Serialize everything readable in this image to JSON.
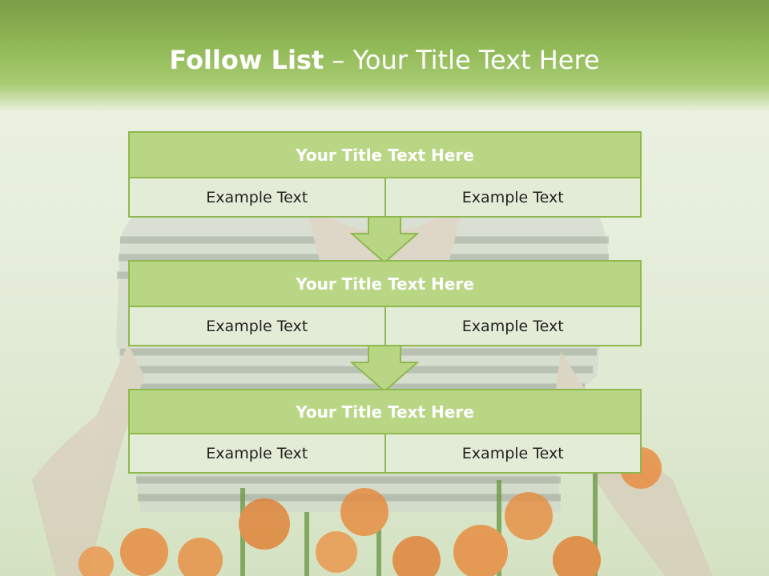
{
  "slide": {
    "title_bold": "Follow List",
    "title_rest": " – Your Title Text Here"
  },
  "steps": [
    {
      "title": "Your Title Text Here",
      "left": "Example Text",
      "right": "Example Text"
    },
    {
      "title": "Your Title Text Here",
      "left": "Example Text",
      "right": "Example Text"
    },
    {
      "title": "Your Title Text Here",
      "left": "Example Text",
      "right": "Example Text"
    }
  ],
  "colors": {
    "accent_green": "#8fb84f",
    "header_green": "#93bb58",
    "box_title_fill": "#b9d685",
    "cell_fill": "#e3ecd6",
    "flower_orange": "#e8893a"
  },
  "icons": [
    "down-arrow-icon"
  ]
}
